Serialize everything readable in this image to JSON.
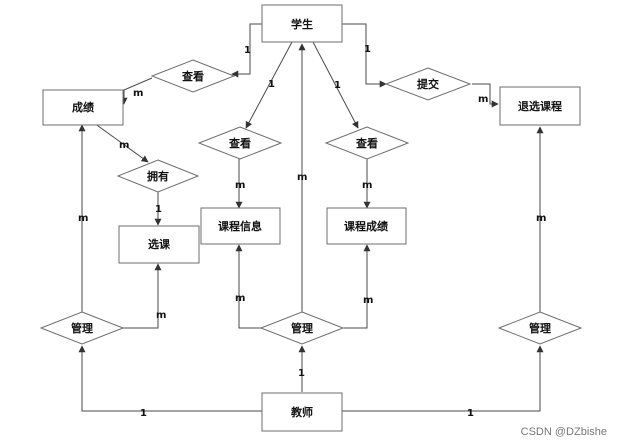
{
  "entities": {
    "student": "学生",
    "grade": "成绩",
    "drop": "退选课程",
    "course_info": "课程信息",
    "course_grade": "课程成绩",
    "select": "选课",
    "teacher": "教师"
  },
  "relationships": {
    "view_left": "查看",
    "submit": "提交",
    "view_mid": "查看",
    "view_right": "查看",
    "own": "拥有",
    "manage_left": "管理",
    "manage_mid": "管理",
    "manage_right": "管理"
  },
  "cardinality": {
    "student_view_left": "1",
    "view_left_grade": "m",
    "student_submit": "1",
    "submit_drop": "m",
    "student_view_mid": "1",
    "view_mid_info": "m",
    "student_view_right": "1",
    "view_right_cgrade": "m",
    "grade_own": "m",
    "own_select": "1",
    "manage_left_grade": "m",
    "manage_left_select": "m",
    "manage_mid_student": "m",
    "manage_mid_info": "m",
    "manage_mid_cgrade": "m",
    "manage_right_drop": "m",
    "teacher_manage_left": "1",
    "teacher_manage_mid": "1",
    "teacher_manage_right": "1"
  },
  "watermark": "CSDN @DZbishe"
}
